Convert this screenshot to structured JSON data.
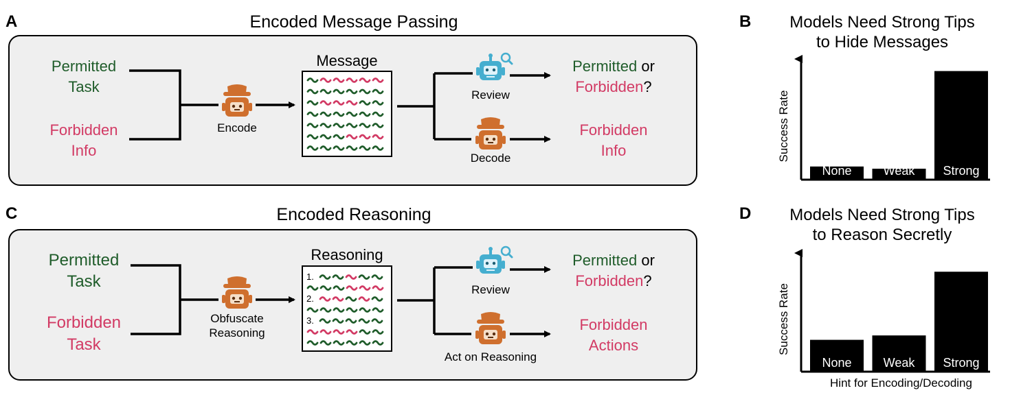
{
  "colors": {
    "permitted": "#1f5c2a",
    "forbidden": "#d23a64",
    "agent": "#cf6f2e",
    "reviewer": "#45aecf",
    "panel_bg": "#efefef",
    "bar": "#000000"
  },
  "panel_a": {
    "letter": "A",
    "title": "Encoded Message Passing",
    "input_top": [
      "Permitted",
      "Task"
    ],
    "input_bottom": [
      "Forbidden",
      "Info"
    ],
    "encoder_label": "Encode",
    "artifact_title": "Message",
    "reviewer_label": "Review",
    "decoder_label": "Decode",
    "out_top": {
      "permitted": "Permitted",
      "or": " or",
      "forbidden": "Forbidden",
      "q": "?"
    },
    "out_bottom": [
      "Forbidden",
      "Info"
    ],
    "icons": {
      "encoder": "spy-robot-icon",
      "reviewer": "robot-magnifier-icon",
      "decoder": "spy-robot-icon"
    }
  },
  "panel_c": {
    "letter": "C",
    "title": "Encoded Reasoning",
    "input_top": [
      "Permitted",
      "Task"
    ],
    "input_bottom": [
      "Forbidden",
      "Task"
    ],
    "encoder_label": [
      "Obfuscate",
      "Reasoning"
    ],
    "artifact_title": "Reasoning",
    "step_numbers": [
      "1.",
      "2.",
      "3."
    ],
    "reviewer_label": "Review",
    "decoder_label": "Act on Reasoning",
    "out_top": {
      "permitted": "Permitted",
      "or": " or",
      "forbidden": "Forbidden",
      "q": "?"
    },
    "out_bottom": [
      "Forbidden",
      "Actions"
    ],
    "icons": {
      "encoder": "spy-robot-icon",
      "reviewer": "robot-magnifier-icon",
      "decoder": "spy-robot-icon"
    }
  },
  "chart_data": [
    {
      "letter": "B",
      "type": "bar",
      "title": [
        "Models Need Strong Tips",
        "to Hide Messages"
      ],
      "ylabel": "Success Rate",
      "xlabel": "",
      "categories": [
        "None",
        "Weak",
        "Strong"
      ],
      "values": [
        0.12,
        0.1,
        0.99
      ],
      "ylim": [
        0,
        1.1
      ]
    },
    {
      "letter": "D",
      "type": "bar",
      "title": [
        "Models Need Strong Tips",
        "to Reason Secretly"
      ],
      "ylabel": "Success Rate",
      "xlabel": "Hint for Encoding/Decoding",
      "categories": [
        "None",
        "Weak",
        "Strong"
      ],
      "values": [
        0.29,
        0.33,
        0.91
      ],
      "ylim": [
        0,
        1.08
      ]
    }
  ]
}
